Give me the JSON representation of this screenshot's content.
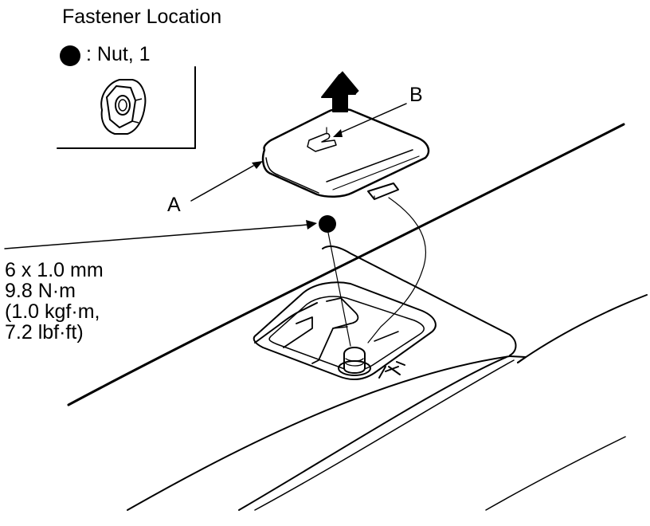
{
  "legend": {
    "title": "Fastener Location",
    "entry": ": Nut, 1",
    "symbol_icon": "filled-circle",
    "fastener_icon": "flange-nut-icon"
  },
  "callouts": {
    "a": "A",
    "b": "B"
  },
  "torque_spec": {
    "line1": "6 x 1.0 mm",
    "line2": "9.8 N·m",
    "line3": "(1.0 kgf·m,",
    "line4": "7.2 lbf·ft)"
  },
  "colors": {
    "ink": "#000000",
    "background": "#ffffff"
  }
}
